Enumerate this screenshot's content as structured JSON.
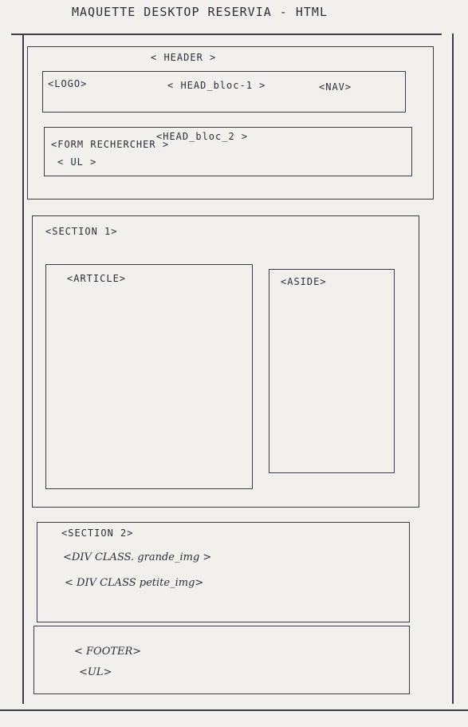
{
  "title": "MAQUETTE DESKTOP RESERVIA - HTML",
  "header": {
    "label": "< HEADER >",
    "bloc1": {
      "logo": "<LOGO>",
      "label": "< HEAD_bloc-1 >",
      "nav": "<NAV>"
    },
    "bloc2": {
      "form": "<FORM RECHERCHER >",
      "label": "<HEAD_bloc_2 >",
      "ul": "< UL >"
    }
  },
  "section1": {
    "label": "<SECTION 1>",
    "article": "<ARTICLE>",
    "aside": "<ASIDE>"
  },
  "section2": {
    "label": "<SECTION 2>",
    "div1": "<DIV CLASS. grande_img >",
    "div2": "< DIV CLASS petite_img>"
  },
  "footer": {
    "label": "< FOOTER>",
    "ul": "<UL>"
  }
}
